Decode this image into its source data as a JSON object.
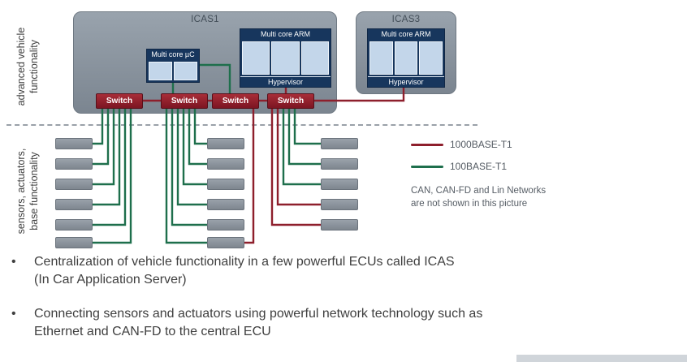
{
  "side_labels": {
    "top_line1": "advanced vehicle",
    "top_line2": "functionality",
    "bottom_line1": "sensors, actuators,",
    "bottom_line2": "base functionality"
  },
  "diagram": {
    "icas1_title": "ICAS1",
    "icas3_title": "ICAS3",
    "multicore_uc_label": "Multi core µC",
    "multicore_arm_label": "Multi core ARM",
    "hypervisor_label": "Hypervisor",
    "switch_label": "Switch",
    "colors": {
      "link_1000base_t1": "#8e1f2c",
      "link_100base_t1": "#1e6f4c",
      "component_navy": "#17365d",
      "component_cell_blue": "#c3d6ea",
      "switch_red": "#8c1d2a",
      "container_gray": "#8b95a0"
    }
  },
  "legend": {
    "red_label": "1000BASE-T1",
    "green_label": "100BASE-T1",
    "note_line1": "CAN, CAN-FD and Lin Networks",
    "note_line2": "are not shown in this picture"
  },
  "bullets": {
    "marker": "•",
    "items": [
      {
        "line1": "Centralization of vehicle functionality in a few powerful ECUs called ICAS",
        "line2": "(In Car Application Server)"
      },
      {
        "line1": "Connecting sensors and actuators using powerful network technology such as",
        "line2": "Ethernet and CAN-FD to the central ECU"
      }
    ]
  }
}
